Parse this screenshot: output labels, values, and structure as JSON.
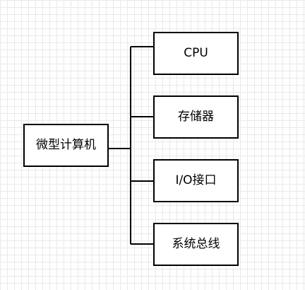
{
  "diagram": {
    "type": "tree",
    "root": {
      "label": "微型计算机"
    },
    "children": [
      {
        "label": "CPU"
      },
      {
        "label": "存储器"
      },
      {
        "label": "I/O接口"
      },
      {
        "label": "系统总线"
      }
    ],
    "colors": {
      "background": "#ffffff",
      "grid": "#e9e9e9",
      "line": "#000000",
      "box_border": "#000000"
    }
  }
}
